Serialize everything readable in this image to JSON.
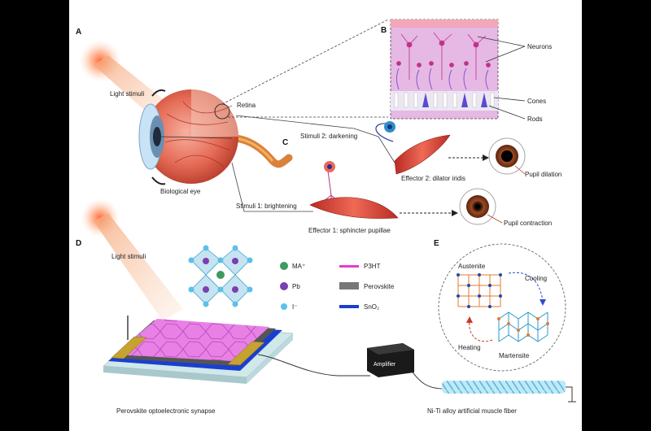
{
  "panels": {
    "a": "A",
    "b": "B",
    "c": "C",
    "d": "D",
    "e": "E"
  },
  "eye": {
    "light_top": "Light stimuli",
    "retina": "Retina",
    "bio_eye": "Biological eye",
    "stim2": "Stimuli 2: darkening",
    "stim1": "Stimuli 1: brightening",
    "eff2": "Effector 2: dilator iridis",
    "eff1": "Effector 1: sphincter pupillae",
    "dilation": "Pupil dilation",
    "contraction": "Pupil contraction"
  },
  "retina_panel": {
    "neurons": "Neurons",
    "cones": "Cones",
    "rods": "Rods"
  },
  "device": {
    "light_bottom": "Light stimuli",
    "legend_ma": "MA⁺",
    "legend_pb": "Pb",
    "legend_i": "I⁻",
    "legend_p3ht": "P3HT",
    "legend_perov": "Perovskite",
    "legend_sno2": "SnO₂",
    "amplifier": "Amplifier",
    "synapse": "Perovskite optoelectronic synapse",
    "muscle": "Ni-Ti alloy artificial muscle fiber"
  },
  "alloy": {
    "austenite": "Austenite",
    "cooling": "Cooling",
    "heating": "Heating",
    "martensite": "Martensite"
  },
  "colors": {
    "p3ht": "#e040c8",
    "perovskite": "#666666",
    "sno2": "#1a3fcf",
    "muscle": "#e0463a",
    "iris": "#8a3a1a"
  }
}
